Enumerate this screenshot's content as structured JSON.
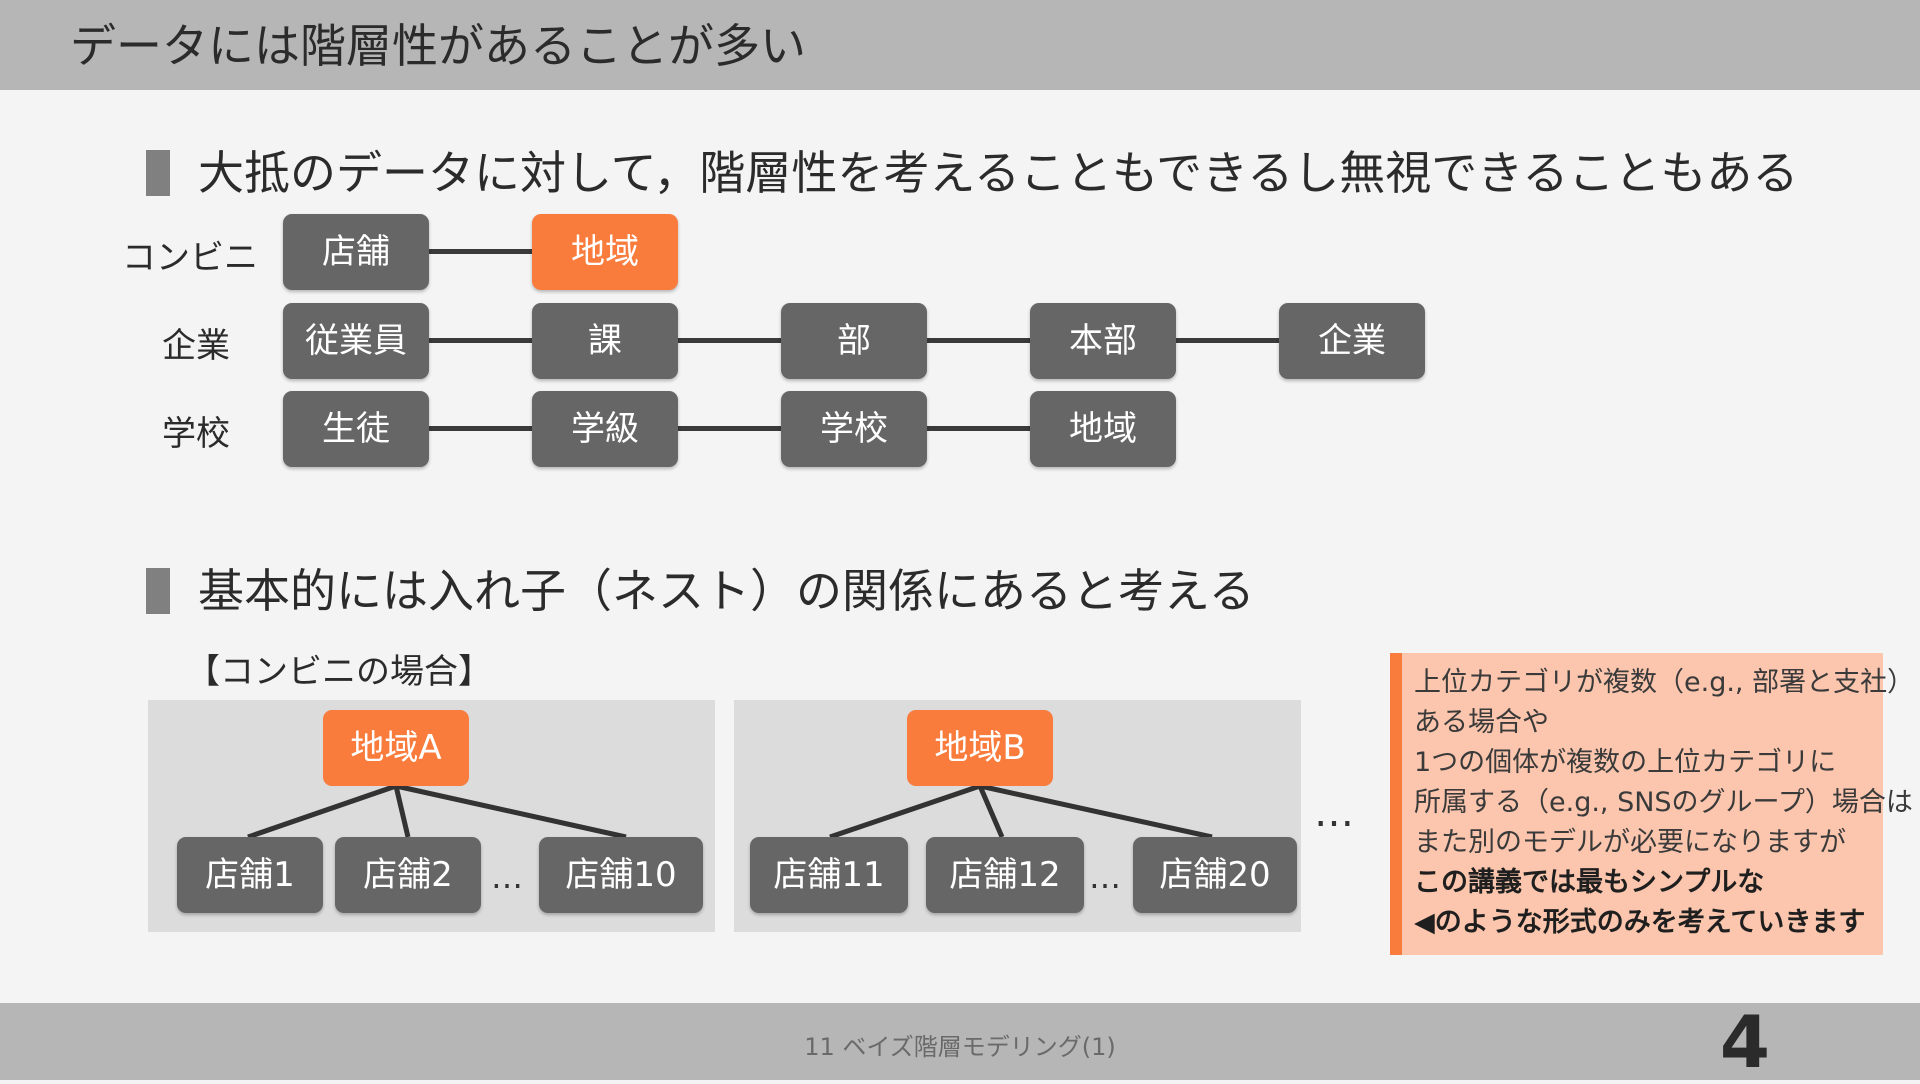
{
  "header": {
    "title": "データには階層性があることが多い"
  },
  "section1": {
    "heading": "大抵のデータに対して，階層性を考えることもできるし無視できることもある",
    "rows": [
      {
        "label": "コンビニ",
        "nodes": [
          "店舗",
          "地域"
        ],
        "highlight_index": 1
      },
      {
        "label": "企業",
        "nodes": [
          "従業員",
          "課",
          "部",
          "本部",
          "企業"
        ]
      },
      {
        "label": "学校",
        "nodes": [
          "生徒",
          "学級",
          "学校",
          "地域"
        ]
      }
    ]
  },
  "section2": {
    "heading": "基本的には入れ子（ネスト）の関係にあると考える",
    "subheading": "【コンビニの場合】",
    "trees": [
      {
        "root": "地域A",
        "children": [
          "店舗1",
          "店舗2",
          "店舗10"
        ],
        "ellipsis": "…"
      },
      {
        "root": "地域B",
        "children": [
          "店舗11",
          "店舗12",
          "店舗20"
        ],
        "ellipsis": "…"
      }
    ],
    "more": "…"
  },
  "note": {
    "lines": [
      "上位カテゴリが複数（e.g., 部署と支社）",
      "ある場合や",
      "1つの個体が複数の上位カテゴリに",
      "所属する（e.g., SNSのグループ）場合は",
      "また別のモデルが必要になりますが"
    ],
    "bold_lines": [
      "この講義では最もシンプルな",
      "◀のような形式のみを考えていきます"
    ]
  },
  "footer": {
    "text": "11 ベイズ階層モデリング(1)",
    "page": "4"
  },
  "colors": {
    "accent": "#fa7c3d",
    "node": "#666666",
    "note_bg": "#fbc6ad"
  }
}
